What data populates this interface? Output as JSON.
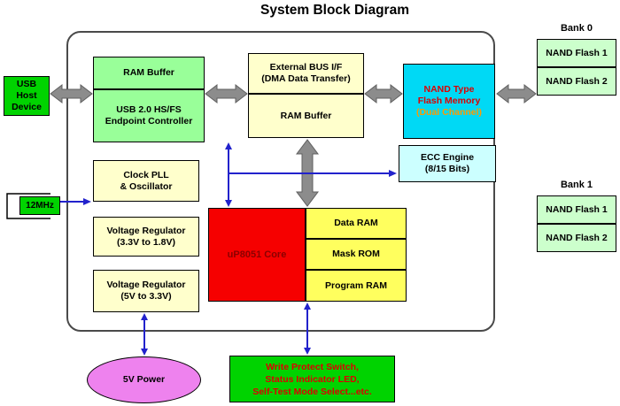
{
  "title": "System Block Diagram",
  "blocks": {
    "usb_host": {
      "line1": "USB",
      "line2": "Host",
      "line3": "Device"
    },
    "crystal": {
      "label": "12MHz"
    },
    "ram_buffer_top": {
      "label": "RAM Buffer"
    },
    "endpoint_controller": {
      "line1": "USB 2.0 HS/FS",
      "line2": "Endpoint Controller"
    },
    "external_bus_if": {
      "line1": "External BUS I/F",
      "line2": "(DMA Data Transfer)"
    },
    "ram_buffer_bus": {
      "label": "RAM Buffer"
    },
    "nand_flash_memory": {
      "line1": "NAND Type",
      "line2": "Flash Memory",
      "line3": "(Dual Channel)"
    },
    "ecc_engine": {
      "line1": "ECC Engine",
      "line2": "(8/15 Bits)"
    },
    "clock_pll": {
      "line1": "Clock PLL",
      "line2": "& Oscillator"
    },
    "vreg_18": {
      "line1": "Voltage Regulator",
      "line2": "(3.3V to 1.8V)"
    },
    "vreg_33": {
      "line1": "Voltage Regulator",
      "line2": "(5V to 3.3V)"
    },
    "cpu_core": {
      "label": "uP8051 Core"
    },
    "data_ram": {
      "label": "Data RAM"
    },
    "mask_rom": {
      "label": "Mask ROM"
    },
    "program_ram": {
      "label": "Program RAM"
    },
    "power": {
      "label": "5V Power"
    },
    "io_box": {
      "line1": "Write Protect Switch,",
      "line2": "Status Indicator LED,",
      "line3": "Self-Test Mode Select...etc."
    }
  },
  "banks": [
    {
      "label": "Bank 0",
      "items": [
        "NAND Flash 1",
        "NAND Flash 2"
      ]
    },
    {
      "label": "Bank 1",
      "items": [
        "NAND Flash 1",
        "NAND Flash 2"
      ]
    }
  ],
  "colors": {
    "bright_green": "#00d300",
    "medium_green": "#99ff99",
    "pale_green": "#ccffcc",
    "pale_yellow": "#ffffcc",
    "yellow": "#ffff5e",
    "cyan": "#00d9f5",
    "pale_cyan": "#ccffff",
    "core_red": "#f60000",
    "magenta": "#ee82ee",
    "arrow_gray": "#8c8c8c",
    "line_blue": "#2222cc",
    "label_red": "#dd0000",
    "label_orange": "#ff9900"
  }
}
